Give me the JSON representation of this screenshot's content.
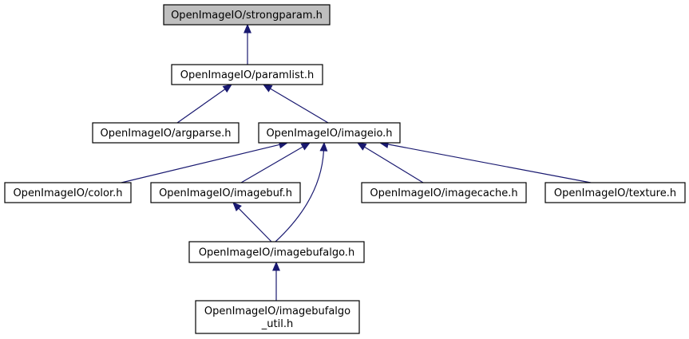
{
  "graph": {
    "nodes": [
      {
        "id": "strongparam",
        "lines": [
          "OpenImageIO/strongparam.h"
        ],
        "current": true
      },
      {
        "id": "paramlist",
        "lines": [
          "OpenImageIO/paramlist.h"
        ]
      },
      {
        "id": "argparse",
        "lines": [
          "OpenImageIO/argparse.h"
        ]
      },
      {
        "id": "imageio",
        "lines": [
          "OpenImageIO/imageio.h"
        ]
      },
      {
        "id": "color",
        "lines": [
          "OpenImageIO/color.h"
        ]
      },
      {
        "id": "imagebuf",
        "lines": [
          "OpenImageIO/imagebuf.h"
        ]
      },
      {
        "id": "imagecache",
        "lines": [
          "OpenImageIO/imagecache.h"
        ]
      },
      {
        "id": "texture",
        "lines": [
          "OpenImageIO/texture.h"
        ]
      },
      {
        "id": "imagebufalgo",
        "lines": [
          "OpenImageIO/imagebufalgo.h"
        ]
      },
      {
        "id": "imagebufalgo_util",
        "lines": [
          "OpenImageIO/imagebufalgo",
          "_util.h"
        ]
      }
    ],
    "edges": [
      {
        "from": "paramlist",
        "to": "strongparam"
      },
      {
        "from": "argparse",
        "to": "paramlist"
      },
      {
        "from": "imageio",
        "to": "paramlist"
      },
      {
        "from": "color",
        "to": "imageio"
      },
      {
        "from": "imagebuf",
        "to": "imageio"
      },
      {
        "from": "imagebufalgo",
        "to": "imageio"
      },
      {
        "from": "imagecache",
        "to": "imageio"
      },
      {
        "from": "texture",
        "to": "imageio"
      },
      {
        "from": "imagebufalgo",
        "to": "imagebuf"
      },
      {
        "from": "imagebufalgo_util",
        "to": "imagebufalgo"
      }
    ]
  },
  "colors": {
    "edge": "#191970",
    "current_node_fill": "#bfbfbf",
    "node_fill": "#ffffff",
    "node_stroke": "#000000"
  }
}
